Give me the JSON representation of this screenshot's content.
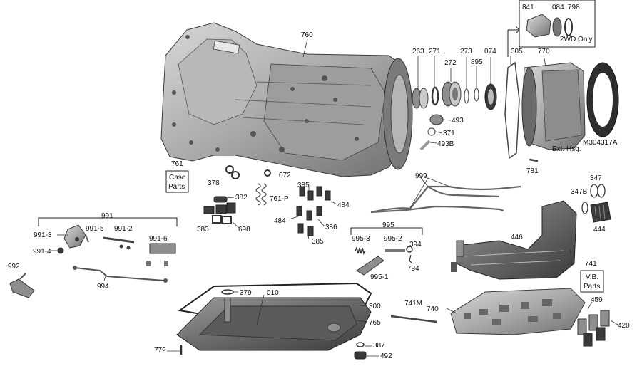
{
  "labels": {
    "p760": "760",
    "p841": "841",
    "p084": "084",
    "p798": "798",
    "twowd": "2WD Only",
    "p263": "263",
    "p271": "271",
    "p273": "273",
    "p272": "272",
    "p895": "895",
    "p074": "074",
    "p305": "305",
    "p770": "770",
    "p493": "493",
    "p371": "371",
    "p493b": "493B",
    "ext_hsg": "Ext. Hsg.",
    "m304317a": "M304317A",
    "p781": "781",
    "p761": "761",
    "case_parts_1": "Case",
    "case_parts_2": "Parts",
    "p378": "378",
    "p072": "072",
    "p382": "382",
    "p761p": "761-P",
    "p383": "383",
    "p698": "698",
    "p385a": "385",
    "p484a": "484",
    "p484b": "484",
    "p386": "386",
    "p385b": "385",
    "p999": "999",
    "p347": "347",
    "p347b": "347B",
    "p444": "444",
    "p446": "446",
    "p991": "991",
    "p991_3": "991-3",
    "p991_5": "991-5",
    "p991_2": "991-2",
    "p991_6": "991-6",
    "p991_4": "991-4",
    "p992": "992",
    "p994": "994",
    "p995": "995",
    "p995_3": "995-3",
    "p995_2": "995-2",
    "p394": "394",
    "p794": "794",
    "p995_1": "995-1",
    "p741": "741",
    "vb_parts_1": "V.B.",
    "vb_parts_2": "Parts",
    "p379": "379",
    "p010": "010",
    "p300": "300",
    "p765": "765",
    "p741m": "741M",
    "p740": "740",
    "p459": "459",
    "p420": "420",
    "p779": "779",
    "p387": "387",
    "p492": "492"
  }
}
